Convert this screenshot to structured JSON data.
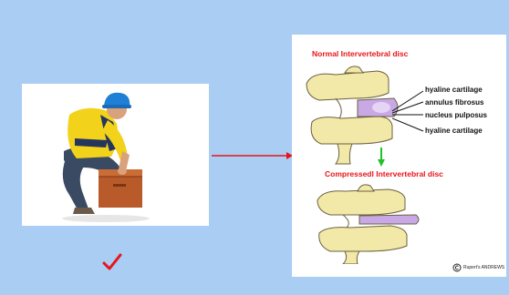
{
  "diagram": {
    "title_normal": "Normal Intervertebral disc",
    "title_compressed": "Compressedl Intervertebral disc",
    "labels": [
      "hyaline cartilage",
      "annulus fibrosus",
      "nucleus pulposus",
      "hyaline cartilage"
    ],
    "copyright": "Rupert's ANDREWS"
  },
  "colors": {
    "background": "#a9cdf3",
    "title_red": "#e8141b",
    "arrow_red": "#e8141b",
    "arrow_green": "#22c02a",
    "checkmark": "#e8141b",
    "bone": "#f2e8a8",
    "disc": "#c9a8e6"
  },
  "icons": [
    "checkmark-icon",
    "right-arrow-icon",
    "down-arrow-icon",
    "copyright-icon"
  ]
}
